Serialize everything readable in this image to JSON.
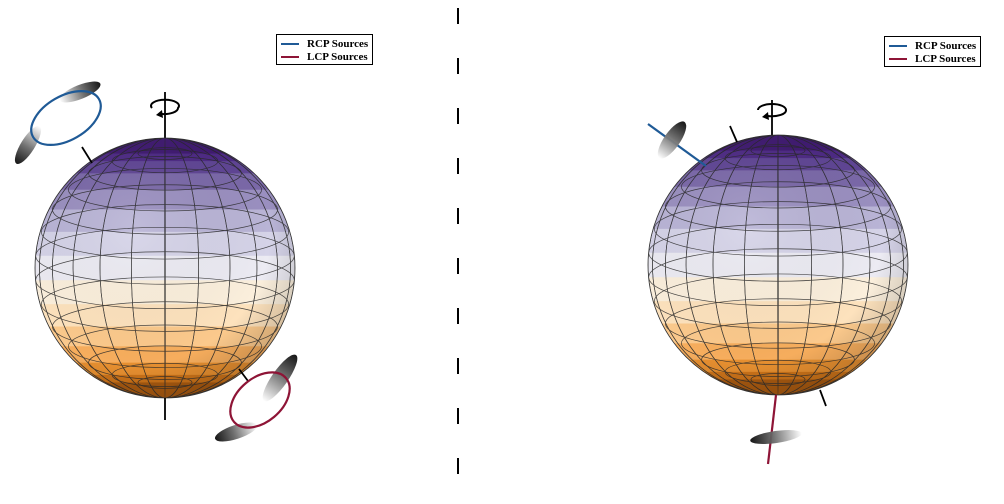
{
  "legend": {
    "rcp_label": "RCP Sources",
    "lcp_label": "LCP Sources"
  },
  "colors": {
    "rcp": "#1f5a96",
    "lcp": "#8e1436",
    "sphere_bands_top_to_bottom": [
      "#3f1a70",
      "#4d2a84",
      "#5f4594",
      "#7a68a8",
      "#9a8fc0",
      "#b9b4d6",
      "#d5d3e8",
      "#ecebf3",
      "#fbefdc",
      "#fde2bd",
      "#fbc98c",
      "#f6ad5d",
      "#e68f30",
      "#cc7319",
      "#a95a10"
    ],
    "divider": "#000000"
  },
  "panels": [
    {
      "id": "left",
      "rotation_icon": "rotation-arrow-icon"
    },
    {
      "id": "right",
      "rotation_icon": "rotation-arrow-icon"
    }
  ]
}
